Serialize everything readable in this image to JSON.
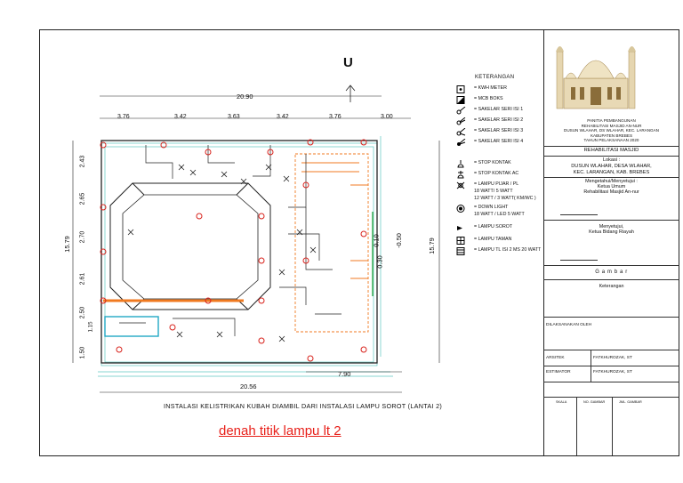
{
  "drawing": {
    "north_label": "U",
    "dimensions_top": [
      "20.90",
      "3.76",
      "3.42",
      "3.63",
      "3.42",
      "3.76",
      "3.00"
    ],
    "dimensions_left": [
      "2.43",
      "2.65",
      "2.70",
      "2.61",
      "2.50",
      "1.15",
      "1.50"
    ],
    "dim_overall_left": "15.79",
    "dim_overall_right": "15.79",
    "dimensions_inner": [
      "0.10",
      "0.30",
      "-0.50"
    ],
    "dim_bottom_total": "20.56",
    "dim_bottom_partial": "7.90",
    "caption": "INSTALASI KELISTRIKAN KUBAH DIAMBIL DARI INSTALASI LAMPU SOROT (LANTAI 2)",
    "red_title": "denah titik lampu lt 2"
  },
  "legend": {
    "title": "KETERANGAN",
    "items": [
      {
        "icon": "kwh-meter-icon",
        "label": "= KWH METER"
      },
      {
        "icon": "mcb-box-icon",
        "label": "= MCB BOKS"
      },
      {
        "icon": "switch-single-icon",
        "label": "= SAKELAR SERI ISI 1"
      },
      {
        "icon": "switch-double-icon",
        "label": "= SAKELAR SERI ISI 2"
      },
      {
        "icon": "switch-triple-icon",
        "label": "= SAKELAR SERI ISI 3"
      },
      {
        "icon": "switch-quad-icon",
        "label": "= SAKELAR SERI ISI 4"
      },
      {
        "icon": "socket-icon",
        "label": "= STOP KONTAK"
      },
      {
        "icon": "socket-ac-icon",
        "label": "= STOP KONTAK AC"
      },
      {
        "icon": "incandescent-lamp-icon",
        "label": "= LAMPU PIJAR / PL"
      },
      {
        "icon": "",
        "label": "18 WATT/ 5 WATT"
      },
      {
        "icon": "",
        "label": "12 WATT / 3 WATT( KM/WC )"
      },
      {
        "icon": "downlight-icon",
        "label": "= DOWN LIGHT"
      },
      {
        "icon": "",
        "label": "18 WATT / LED 5 WATT"
      },
      {
        "icon": "spotlight-icon",
        "label": "= LAMPU SOROT"
      },
      {
        "icon": "garden-lamp-icon",
        "label": "= LAMPU TAMAN"
      },
      {
        "icon": "tl-lamp-icon",
        "label": "= LAMPU TL ISI 2 MS 20 WATT"
      }
    ]
  },
  "title_block": {
    "project_lines": [
      "PANITIA PEMBANGUNAN",
      "REHABILITASI MASJID AN-NUR",
      "DUSUN WLAHAR, DS WLAHAR, KEC. LARANGAN",
      "KABUPATEN BREBES",
      "TAHUN PELAKSANAAN 2020"
    ],
    "project_name": "REHABILITASI MASJID",
    "location_label": "Lokasi :",
    "location_lines": [
      "DUSUN WLAHAR, DESA WLAHAR,",
      "KEC. LARANGAN, KAB. BREBES"
    ],
    "approval_lines": [
      "Mengetahui/Menyetujui :",
      "Ketua Umum",
      "Rehabilitasi Masjid An-nur"
    ],
    "approval2_lines": [
      "Menyetujui,",
      "Ketua Bidang Riayah"
    ],
    "gambar_label": "G a m b a r",
    "keterangan_label": "Keterangan",
    "executed_by": "DILAKSANAKAN OLEH",
    "architect_label": "ARSITEK",
    "architect_name": "FATKHUROZAK, ST",
    "estimator_label": "ESTIMATOR",
    "estimator_name": "FATKHUROZAK, ST",
    "scale_label": "SKALA",
    "drawing_no_label": "NO. GAMBAR",
    "drawing_count_label": "JML. GAMBAR"
  },
  "colors": {
    "line": "#222222",
    "orange": "#f07a20",
    "red_symbol": "#d8221c",
    "cyan_grid": "#5fc7c0",
    "red_title": "#e8201a"
  }
}
